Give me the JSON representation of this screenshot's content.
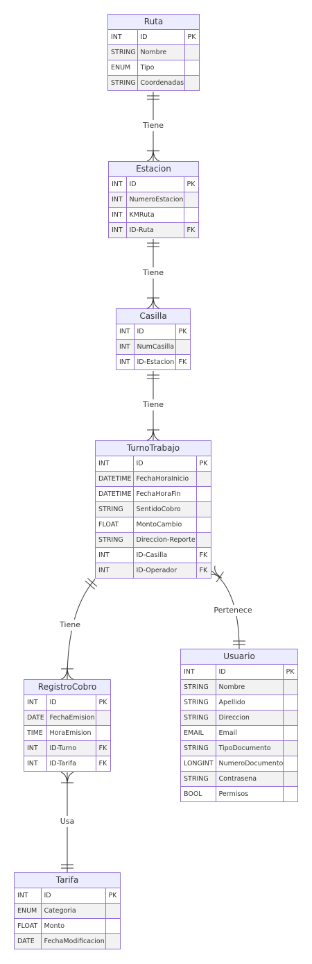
{
  "entities": [
    {
      "name": "Ruta",
      "rows": [
        {
          "type": "INT",
          "attr": "ID",
          "key": "PK"
        },
        {
          "type": "STRING",
          "attr": "Nombre",
          "key": ""
        },
        {
          "type": "ENUM",
          "attr": "Tipo",
          "key": ""
        },
        {
          "type": "STRING",
          "attr": "Coordenadas",
          "key": ""
        }
      ]
    },
    {
      "name": "Estacion",
      "rows": [
        {
          "type": "INT",
          "attr": "ID",
          "key": "PK"
        },
        {
          "type": "INT",
          "attr": "NumeroEstacion",
          "key": ""
        },
        {
          "type": "INT",
          "attr": "KMRuta",
          "key": ""
        },
        {
          "type": "INT",
          "attr": "ID-Ruta",
          "key": "FK"
        }
      ]
    },
    {
      "name": "Casilla",
      "rows": [
        {
          "type": "INT",
          "attr": "ID",
          "key": "PK"
        },
        {
          "type": "INT",
          "attr": "NumCasilla",
          "key": ""
        },
        {
          "type": "INT",
          "attr": "ID-Estacion",
          "key": "FK"
        }
      ]
    },
    {
      "name": "TurnoTrabajo",
      "rows": [
        {
          "type": "INT",
          "attr": "ID",
          "key": "PK"
        },
        {
          "type": "DATETIME",
          "attr": "FechaHoraInicio",
          "key": ""
        },
        {
          "type": "DATETIME",
          "attr": "FechaHoraFin",
          "key": ""
        },
        {
          "type": "STRING",
          "attr": "SentidoCobro",
          "key": ""
        },
        {
          "type": "FLOAT",
          "attr": "MontoCambio",
          "key": ""
        },
        {
          "type": "STRING",
          "attr": "Direccion-Reporte",
          "key": ""
        },
        {
          "type": "INT",
          "attr": "ID-Casilla",
          "key": "FK"
        },
        {
          "type": "INT",
          "attr": "ID-Operador",
          "key": "FK"
        }
      ]
    },
    {
      "name": "RegistroCobro",
      "rows": [
        {
          "type": "INT",
          "attr": "ID",
          "key": "PK"
        },
        {
          "type": "DATE",
          "attr": "FechaEmision",
          "key": ""
        },
        {
          "type": "TIME",
          "attr": "HoraEmision",
          "key": ""
        },
        {
          "type": "INT",
          "attr": "ID-Turno",
          "key": "FK"
        },
        {
          "type": "INT",
          "attr": "ID-Tarifa",
          "key": "FK"
        }
      ]
    },
    {
      "name": "Usuario",
      "rows": [
        {
          "type": "INT",
          "attr": "ID",
          "key": "PK"
        },
        {
          "type": "STRING",
          "attr": "Nombre",
          "key": ""
        },
        {
          "type": "STRING",
          "attr": "Apellido",
          "key": ""
        },
        {
          "type": "STRING",
          "attr": "Direccion",
          "key": ""
        },
        {
          "type": "EMAIL",
          "attr": "Email",
          "key": ""
        },
        {
          "type": "STRING",
          "attr": "TipoDocumento",
          "key": ""
        },
        {
          "type": "LONGINT",
          "attr": "NumeroDocumento",
          "key": ""
        },
        {
          "type": "STRING",
          "attr": "Contrasena",
          "key": ""
        },
        {
          "type": "BOOL",
          "attr": "Permisos",
          "key": ""
        }
      ]
    },
    {
      "name": "Tarifa",
      "rows": [
        {
          "type": "INT",
          "attr": "ID",
          "key": "PK"
        },
        {
          "type": "ENUM",
          "attr": "Categoria",
          "key": ""
        },
        {
          "type": "FLOAT",
          "attr": "Monto",
          "key": ""
        },
        {
          "type": "DATE",
          "attr": "FechaModificacion",
          "key": ""
        }
      ]
    }
  ],
  "relationships": [
    {
      "from": "Ruta",
      "to": "Estacion",
      "label": "Tiene",
      "from_card": "exactly-one",
      "to_card": "one-or-more"
    },
    {
      "from": "Estacion",
      "to": "Casilla",
      "label": "Tiene",
      "from_card": "exactly-one",
      "to_card": "one-or-more"
    },
    {
      "from": "Casilla",
      "to": "TurnoTrabajo",
      "label": "Tiene",
      "from_card": "exactly-one",
      "to_card": "one-or-more"
    },
    {
      "from": "TurnoTrabajo",
      "to": "RegistroCobro",
      "label": "Tiene",
      "from_card": "exactly-one",
      "to_card": "one-or-more"
    },
    {
      "from": "TurnoTrabajo",
      "to": "Usuario",
      "label": "Pertenece",
      "from_card": "one-or-more",
      "to_card": "exactly-one"
    },
    {
      "from": "RegistroCobro",
      "to": "Tarifa",
      "label": "Usa",
      "from_card": "one-or-more",
      "to_card": "exactly-one"
    }
  ],
  "colors": {
    "border": "#9370db",
    "header": "#ececff",
    "stripe": "#f2f2f2",
    "line": "#333333",
    "text": "#333333"
  }
}
